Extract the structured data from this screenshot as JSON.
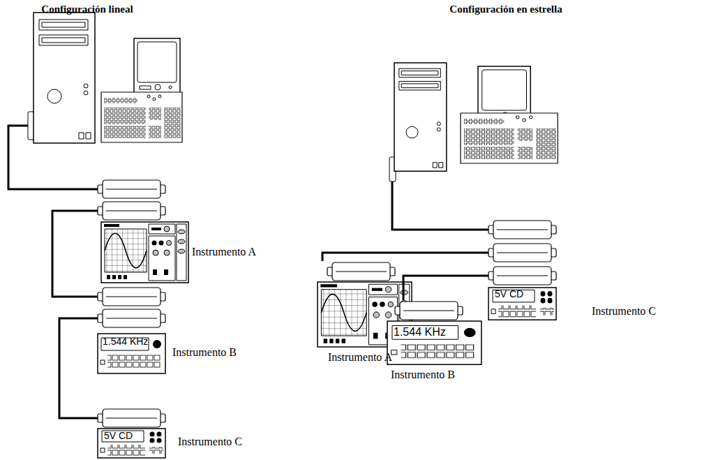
{
  "diagram": {
    "nodes": [
      {
        "text": [
          "Instrumento A"
        ]
      },
      {
        "text": [
          "1.544 KHz",
          "Instrumento B"
        ]
      },
      {
        "text": [
          "5V CD",
          "Instrumento C"
        ]
      },
      {
        "text": [
          "Instrumento A"
        ]
      },
      {
        "text": [
          "1.544 KHz",
          "Instrumento B"
        ]
      },
      {
        "text": [
          "5V CD",
          "Instrumento C"
        ]
      }
    ],
    "edges": [
      {
        "from": 0,
        "to": 1,
        "arrow": "none"
      },
      {
        "from": 1,
        "to": 2,
        "arrow": "none"
      },
      {
        "from": 5,
        "to": 3,
        "arrow": "none"
      },
      {
        "from": 5,
        "to": 4,
        "arrow": "none"
      }
    ],
    "labels": [
      "Configuración lineal",
      "Configuración en estrella"
    ]
  }
}
